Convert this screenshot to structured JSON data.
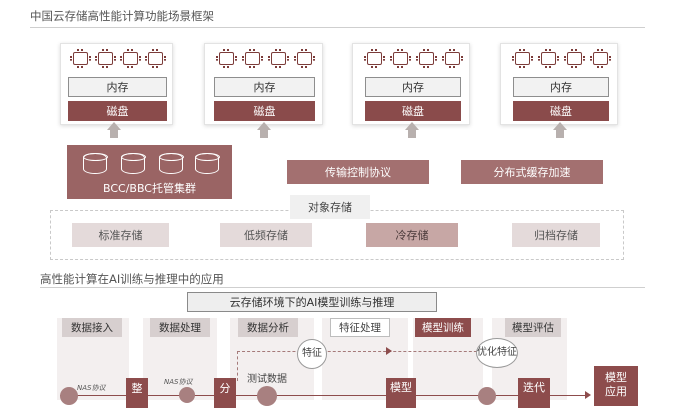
{
  "section1_title": "中国云存储高性能计算功能场景框架",
  "nodes": [
    {
      "memory": "内存",
      "disk": "磁盘"
    },
    {
      "memory": "内存",
      "disk": "磁盘"
    },
    {
      "memory": "内存",
      "disk": "磁盘"
    },
    {
      "memory": "内存",
      "disk": "磁盘"
    }
  ],
  "cluster_label": "BCC/BBC托管集群",
  "transport_protocol": "传输控制协议",
  "distributed_cache": "分布式缓存加速",
  "object_storage": "对象存储",
  "tiers": [
    "标准存储",
    "低频存储",
    "冷存储",
    "归档存储"
  ],
  "section2_title": "高性能计算在AI训练与推理中的应用",
  "banner": "云存储环境下的AI模型训练与推理",
  "stages": [
    "数据接入",
    "数据处理",
    "数据分析",
    "特征处理",
    "模型训练",
    "模型评估"
  ],
  "circle_feature": "特征",
  "circle_optimize": "优化特征",
  "test_data": "测试数据",
  "nas_protocol_1": "NAS协议",
  "nas_protocol_2": "NAS协议",
  "box_integrate": "整",
  "box_split": "分",
  "box_model": "模型",
  "box_iterate": "迭代",
  "box_model_app": "模型应用"
}
